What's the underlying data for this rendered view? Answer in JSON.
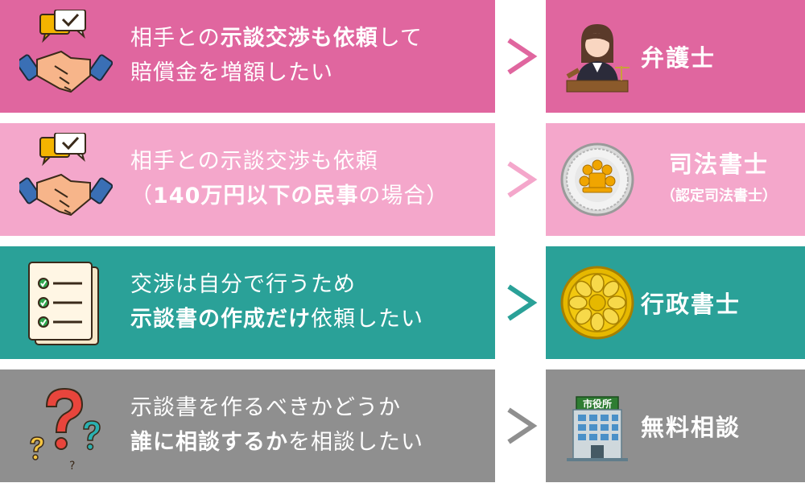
{
  "colors": {
    "row1_left": "#E0669F",
    "row1_right": "#E0669F",
    "row2_left": "#F4A7CB",
    "row2_right": "#F4A7CB",
    "row3_left": "#2AA198",
    "row3_right": "#2AA198",
    "row4_left": "#8F8F8F",
    "row4_right": "#8F8F8F",
    "white": "#FFFFFF"
  },
  "rows": [
    {
      "left_icon": "handshake-chat-icon",
      "line1": {
        "a": "相手との",
        "b": "示談交渉も依頼",
        "c": "して"
      },
      "line2": {
        "a": "賠償金を増額したい"
      },
      "right_icon": "lawyer-icon",
      "right_title": "弁護士"
    },
    {
      "left_icon": "handshake-chat-icon",
      "line1": {
        "a": "相手との示談交渉も依頼"
      },
      "line2": {
        "a": "（",
        "b": "140万円以下の民事",
        "c": "の場合）"
      },
      "right_icon": "scrivener-badge-icon",
      "right_title": "司法書士",
      "right_subtitle": "（認定司法書士）"
    },
    {
      "left_icon": "checklist-document-icon",
      "line1": {
        "a": "交渉は自分で行うため"
      },
      "line2": {
        "a": "示談書の作成だけ",
        "c": "依頼したい"
      },
      "right_icon": "administrative-scrivener-badge-icon",
      "right_title": "行政書士"
    },
    {
      "left_icon": "question-marks-icon",
      "line1": {
        "a": "示談書を作るべきかどうか"
      },
      "line2": {
        "a": "誰に相談するか",
        "c": "を相談したい"
      },
      "right_icon": "city-hall-icon",
      "right_sign": "市役所",
      "right_title": "無料相談"
    }
  ]
}
